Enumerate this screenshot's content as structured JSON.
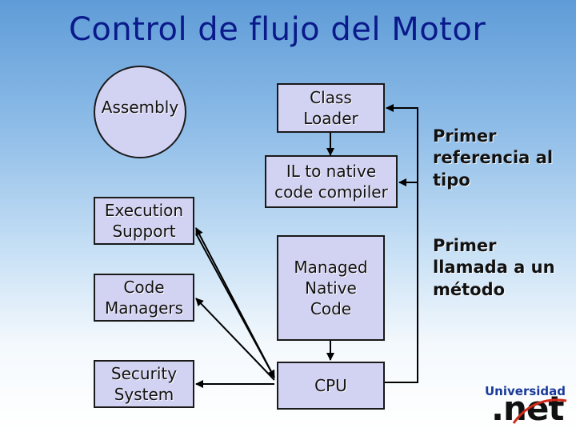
{
  "title": "Control de flujo del Motor",
  "left": {
    "assembly": "Assembly",
    "execution_support": "Execution\nSupport",
    "code_managers": "Code\nManagers",
    "security_system": "Security\nSystem"
  },
  "center": {
    "class_loader": "Class\nLoader",
    "il_compiler": "IL to native\ncode compiler",
    "managed_native": "Managed\nNative\nCode",
    "cpu": "CPU"
  },
  "notes": {
    "first_reference": "Primer\nreferencia al\ntipo",
    "first_call": "Primer\nllamada a un\nmétodo"
  },
  "logo": {
    "word": "Universidad",
    "brand": ".net"
  },
  "colors": {
    "box_fill": "#d2d2f2",
    "title_text": "#0a1a8a",
    "logo_accent": "#d42a1a"
  }
}
